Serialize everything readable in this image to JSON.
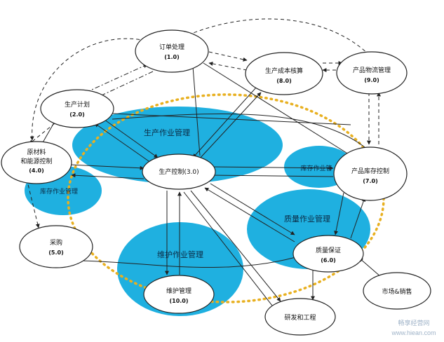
{
  "colors": {
    "region_fill": "#1fb0e0",
    "dotted_boundary": "#e8b020",
    "line": "#222222"
  },
  "regions": {
    "production_ops": "生产作业管理",
    "inventory_right": "库存作业管",
    "inventory_left": "库存作业管理",
    "quality_ops": "质量作业管理",
    "maintenance_ops": "维护作业管理"
  },
  "nodes": {
    "order": {
      "title": "订单处理",
      "num": "(1.0)"
    },
    "cost": {
      "title": "生产成本核算",
      "num": "(8.0)"
    },
    "logistics": {
      "title": "产品物流管理",
      "num": "(9.0)"
    },
    "plan": {
      "title": "生产计划",
      "num": "(2.0)"
    },
    "raw_line1": "原材料",
    "raw_line2": "和能源控制",
    "raw_num": "(4.0)",
    "control": {
      "title": "生产控制(3.0)"
    },
    "finished_inv": {
      "title": "产品库存控制",
      "num": "(7.0)"
    },
    "purchase": {
      "title": "采购",
      "num": "(5.0)"
    },
    "quality": {
      "title": "质量保证",
      "num": "(6.0)"
    },
    "maintenance": {
      "title": "维护管理",
      "num": "(10.0)"
    },
    "rnd": {
      "title": "研发和工程"
    },
    "market": {
      "title": "市场&销售"
    }
  },
  "watermark": {
    "line1": "畅享经营网",
    "line2": "www.hiean.com"
  }
}
